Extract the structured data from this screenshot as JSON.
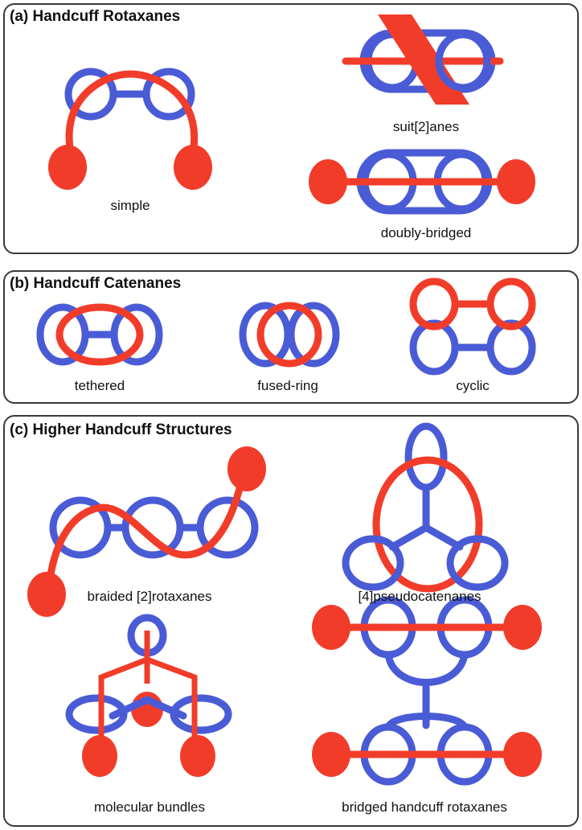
{
  "panels": {
    "a": {
      "title": "(a) Handcuff Rotaxanes",
      "labels": {
        "simple": "simple",
        "suit": "suit[2]anes",
        "doubly": "doubly-bridged"
      }
    },
    "b": {
      "title": "(b) Handcuff Catenanes",
      "labels": {
        "tethered": "tethered",
        "fused": "fused-ring",
        "cyclic": "cyclic"
      }
    },
    "c": {
      "title": "(c) Higher Handcuff Structures",
      "labels": {
        "braided": "braided [2]rotaxanes",
        "pseudo": "[4]pseudocatenanes",
        "bundles": "molecular bundles",
        "bridged": "bridged handcuff rotaxanes"
      }
    }
  },
  "colors": {
    "ring": "#4a5bd6",
    "axle": "#f23c2a",
    "border": "#3a3a3a"
  }
}
